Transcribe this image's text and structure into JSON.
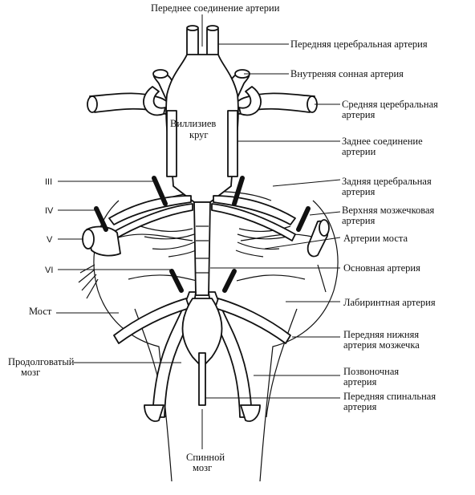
{
  "labels": {
    "anterior_communicating": "Переднее соединение артерии",
    "anterior_cerebral": "Передняя церебральная артерия",
    "internal_carotid": "Внутреняя сонная артерия",
    "middle_cerebral_1": "Средняя церебральная",
    "middle_cerebral_2": "артерия",
    "posterior_communicating_1": "Заднее соединение",
    "posterior_communicating_2": "артерии",
    "posterior_cerebral_1": "Задняя церебральная",
    "posterior_cerebral_2": "артерия",
    "superior_cerebellar_1": "Верхняя мозжечковая",
    "superior_cerebellar_2": "артерия",
    "pontine": "Артерии моста",
    "basilar": "Основная артерия",
    "labyrinthine": "Лабиринтная артерия",
    "anterior_inferior_cerebellar_1": "Передняя нижняя",
    "anterior_inferior_cerebellar_2": "артерия мозжечка",
    "vertebral_1": "Позвоночная",
    "vertebral_2": "артерия",
    "anterior_spinal_1": "Передняя спинальная",
    "anterior_spinal_2": "артерия",
    "circle_of_willis_1": "Виллизиев",
    "circle_of_willis_2": "круг",
    "pons": "Мост",
    "medulla_1": "Продолговатый",
    "medulla_2": "мозг",
    "spinal_cord_1": "Спинной",
    "spinal_cord_2": "мозг"
  },
  "nerves": {
    "n3": "III",
    "n4": "IV",
    "n5": "V",
    "n6": "VI"
  }
}
